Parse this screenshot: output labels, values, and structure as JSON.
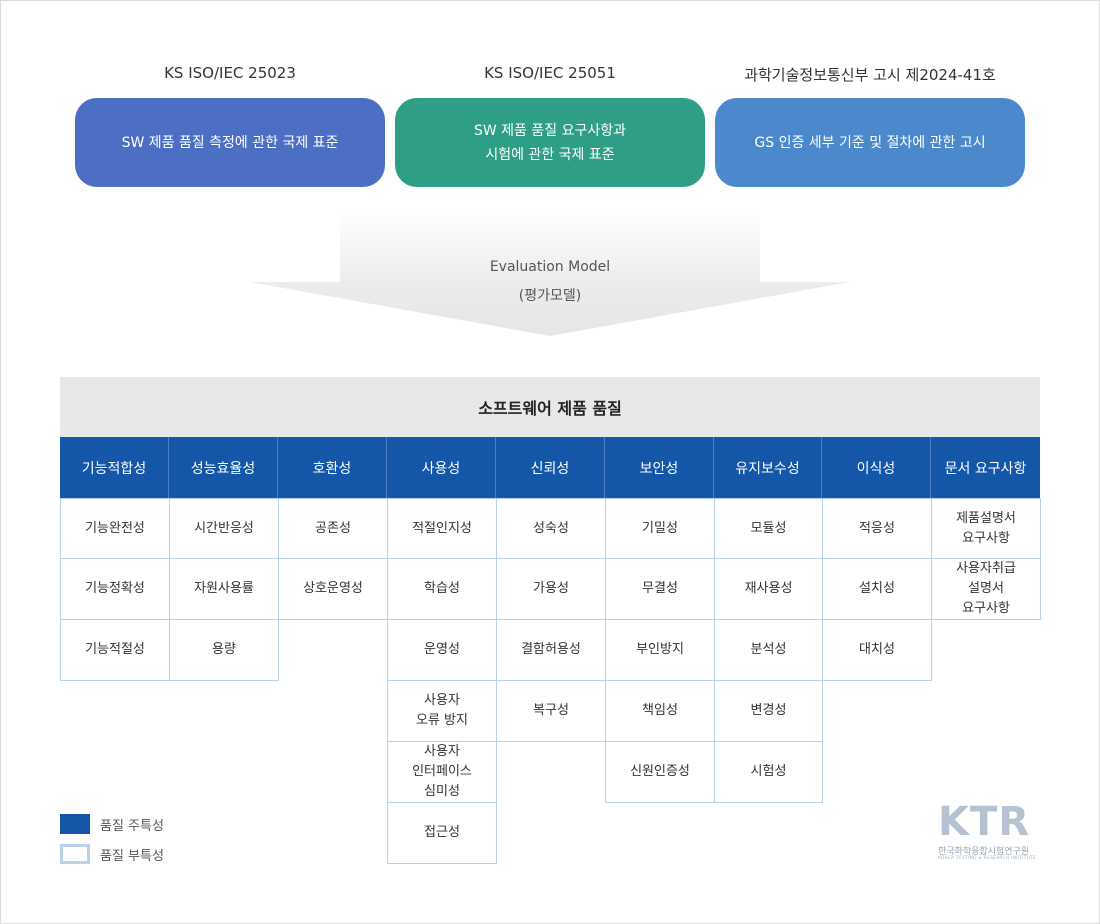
{
  "standards": [
    {
      "title": "KS ISO/IEC 25023",
      "desc": "SW 제품 품질 측정에 관한 국제 표준",
      "color": "#4c6fc4"
    },
    {
      "title": "KS ISO/IEC 25051",
      "desc": "SW 제품 품질 요구사항과\n시험에 관한 국제 표준",
      "color": "#2e9f86"
    },
    {
      "title": "과학기술정보통신부 고시 제2024-41호",
      "desc": "GS 인증  세부 기준 및  절차에 관한 고시",
      "color": "#4b88cc"
    }
  ],
  "arrow": {
    "line1": "Evaluation Model",
    "line2": "(평가모델)"
  },
  "band_title": "소프트웨어 제품 품질",
  "columns": [
    {
      "header": "기능적합성",
      "items": [
        "기능완전성",
        "기능정확성",
        "기능적절성"
      ]
    },
    {
      "header": "성능효율성",
      "items": [
        "시간반응성",
        "자원사용률",
        "용량"
      ]
    },
    {
      "header": "호환성",
      "items": [
        "공존성",
        "상호운영성"
      ]
    },
    {
      "header": "사용성",
      "items": [
        "적절인지성",
        "학습성",
        "운영성",
        "사용자\n오류 방지",
        "사용자\n인터페이스\n심미성",
        "접근성"
      ]
    },
    {
      "header": "신뢰성",
      "items": [
        "성숙성",
        "가용성",
        "결함허용성",
        "복구성"
      ]
    },
    {
      "header": "보안성",
      "items": [
        "기밀성",
        "무결성",
        "부인방지",
        "책임성",
        "신원인증성"
      ]
    },
    {
      "header": "유지보수성",
      "items": [
        "모듈성",
        "재사용성",
        "분석성",
        "변경성",
        "시험성"
      ]
    },
    {
      "header": "이식성",
      "items": [
        "적응성",
        "설치성",
        "대치성"
      ]
    },
    {
      "header": "문서 요구사항",
      "items": [
        "제품설명서\n요구사항",
        "사용자취급\n설명서\n요구사항"
      ]
    }
  ],
  "legend": [
    {
      "label": "품질 주특성",
      "color": "#1456a8"
    },
    {
      "label": "품질 부특성",
      "color": "#b9d0e8"
    }
  ],
  "logo": {
    "letters": "KTR",
    "korean": "한국화학융합시험연구원",
    "english": "KOREA TESTING & RESEARCH INSTITUTE"
  },
  "colors": {
    "header": "#1456a8",
    "cell_border": "#b9d0e8",
    "band": "#e8e8e8"
  }
}
